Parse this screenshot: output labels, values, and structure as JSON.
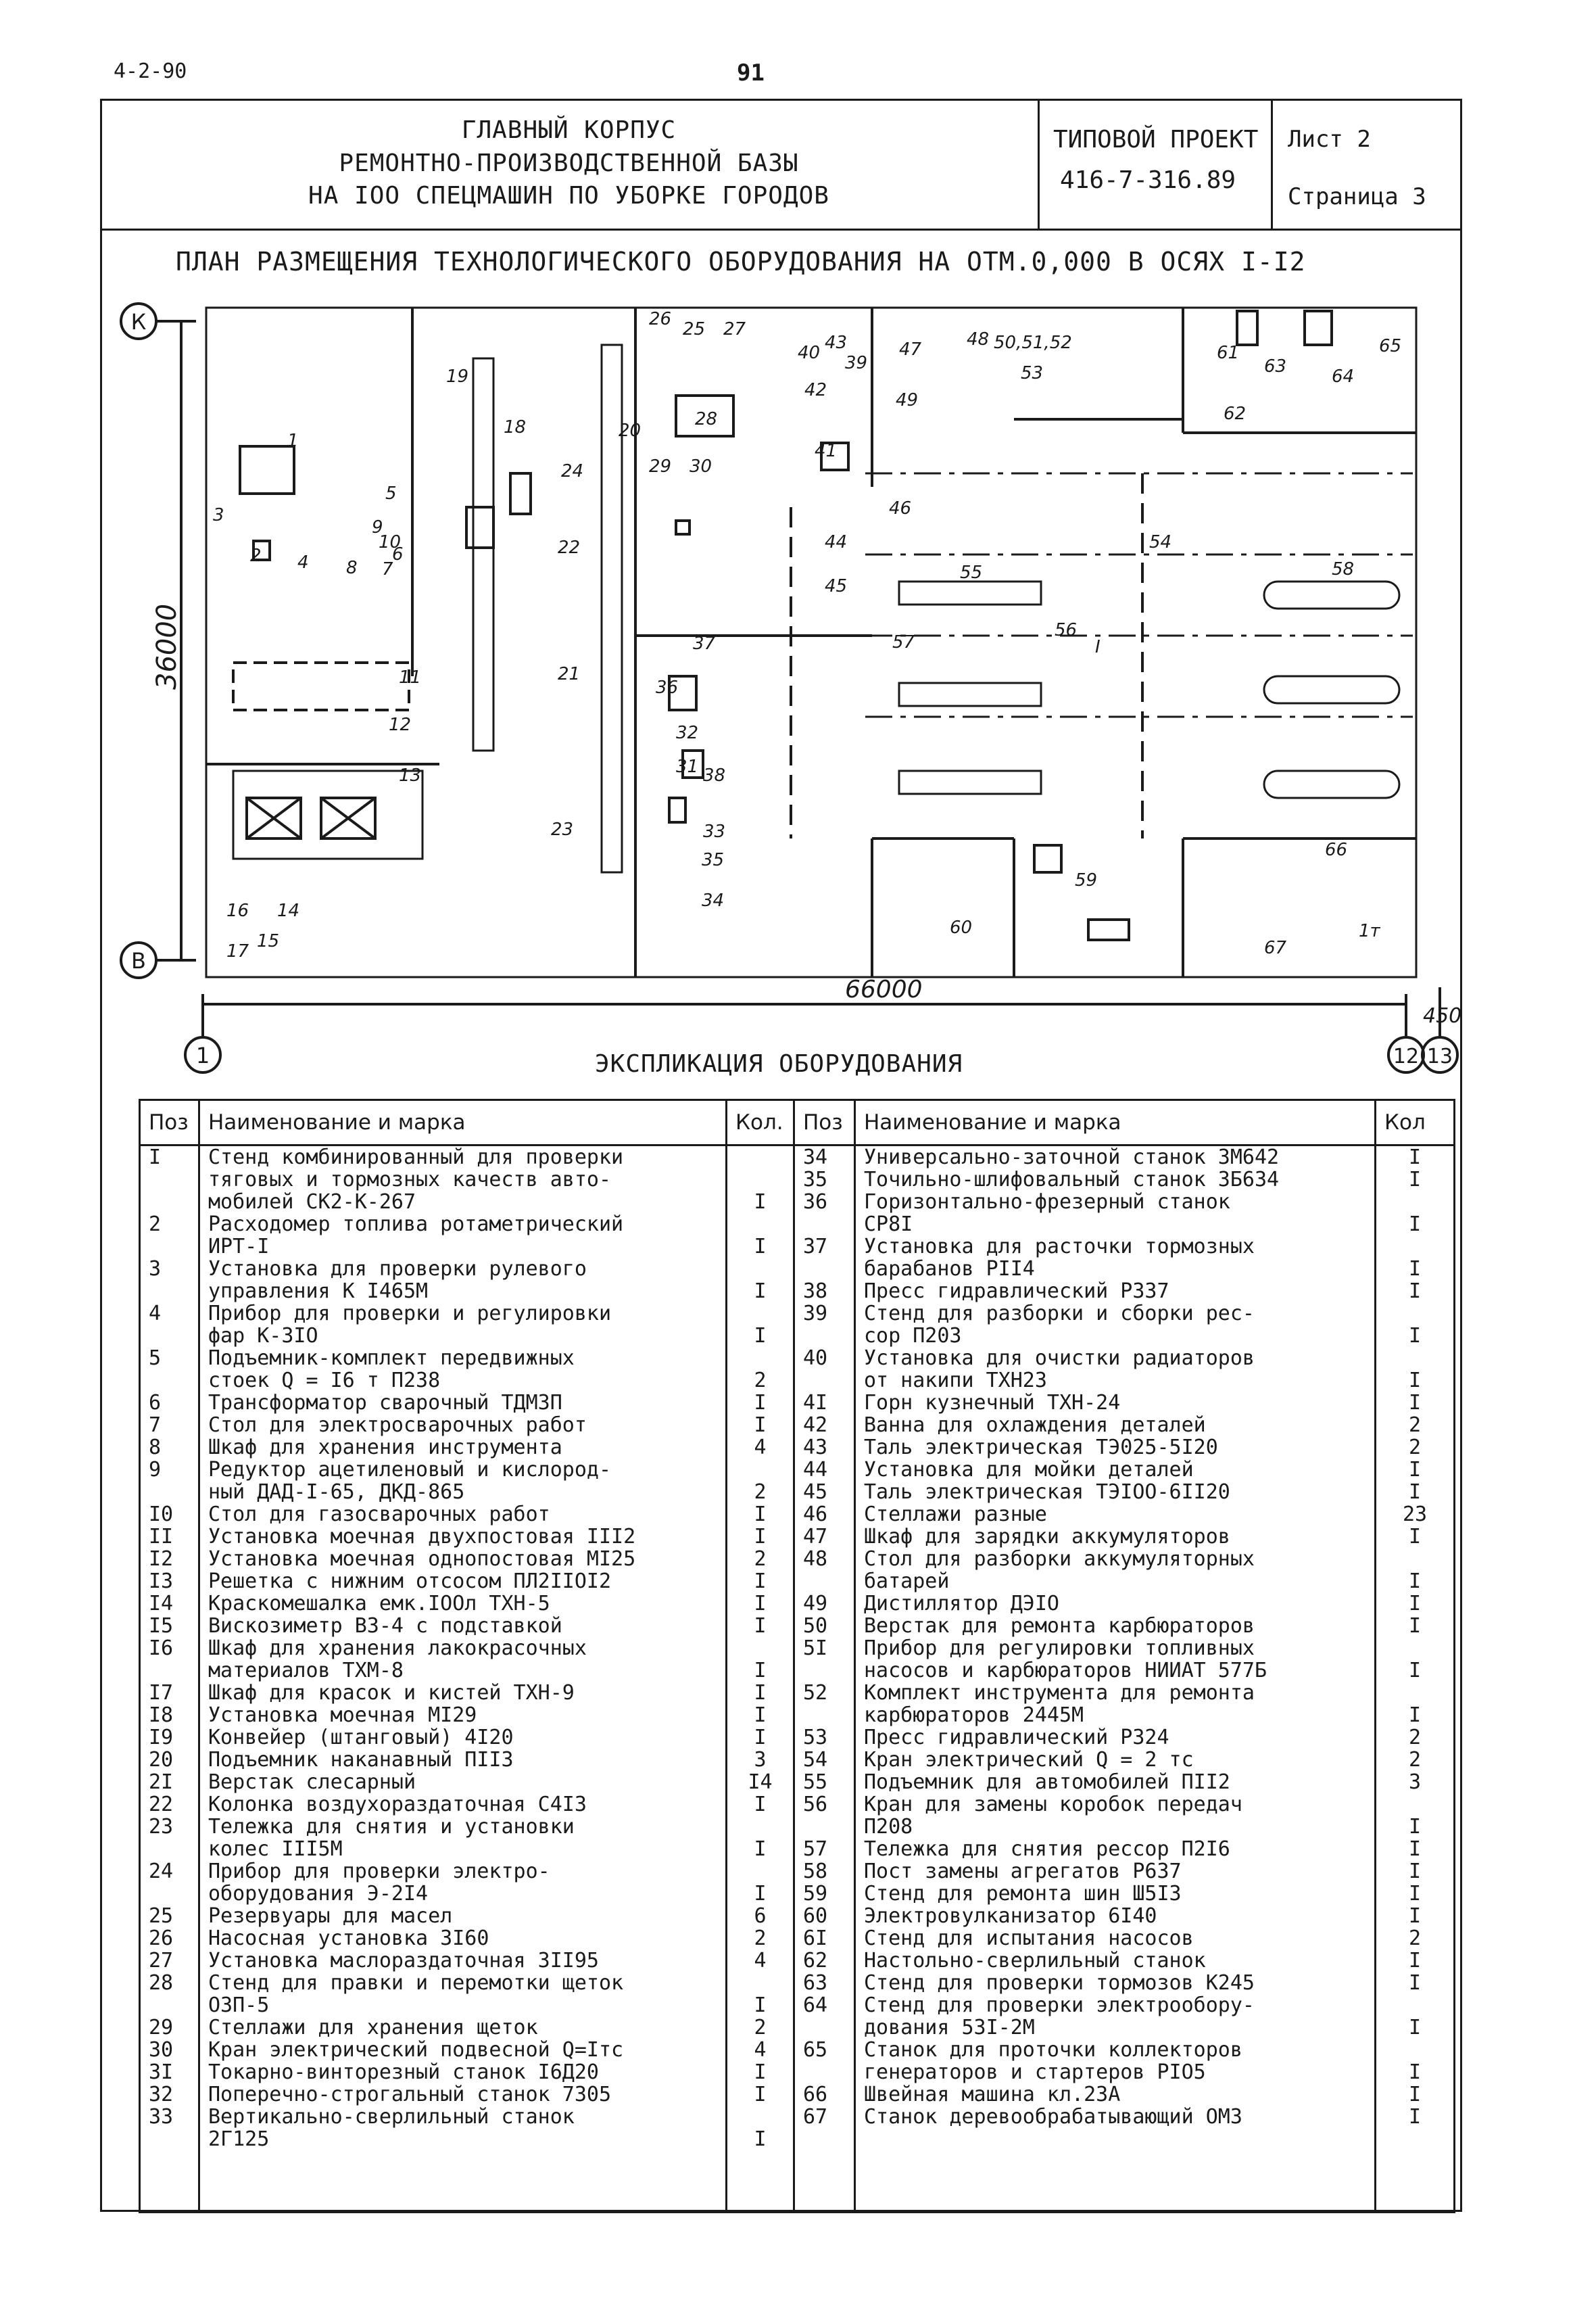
{
  "corner": {
    "left": "4-2-90",
    "center": "91"
  },
  "title_block": {
    "title_lines": [
      "ГЛАВНЫЙ КОРПУС",
      "РЕМОНТНО-ПРОИЗВОДСТВЕННОЙ БАЗЫ",
      "НА IOO СПЕЦМАШИН ПО УБОРКЕ ГОРОДОВ"
    ],
    "project_label": "ТИПОВОЙ ПРОЕКТ",
    "project_number": "416-7-316.89",
    "sheet": "Лист 2",
    "page": "Страница 3"
  },
  "plan": {
    "title": "ПЛАН РАЗМЕЩЕНИЯ ТЕХНОЛОГИЧЕСКОГО ОБОРУДОВАНИЯ НА ОТМ.0,000 В ОСЯХ I-I2",
    "axis_k": "К",
    "axis_v": "В",
    "axis_1": "1",
    "axis_12": "12",
    "axis_13": "13",
    "dim_height": "36000",
    "dim_width": "66000",
    "dim_450": "450",
    "labels": [
      "1",
      "2",
      "3",
      "4",
      "5",
      "6",
      "7",
      "8",
      "9",
      "10",
      "11",
      "12",
      "13",
      "14",
      "15",
      "16",
      "17",
      "18",
      "19",
      "20",
      "21",
      "22",
      "23",
      "24",
      "25",
      "26",
      "27",
      "28",
      "29",
      "30",
      "31",
      "32",
      "33",
      "34",
      "35",
      "36",
      "37",
      "38",
      "39",
      "40",
      "41",
      "42",
      "43",
      "44",
      "45",
      "46",
      "47",
      "48",
      "49",
      "50,51,52",
      "53",
      "54",
      "55",
      "56",
      "57",
      "58",
      "59",
      "60",
      "61",
      "62",
      "63",
      "64",
      "65",
      "66",
      "67",
      "1т",
      "I"
    ]
  },
  "explication": {
    "title": "ЭКСПЛИКАЦИЯ ОБОРУДОВАНИЯ",
    "headers": {
      "pos": "Поз",
      "name": "Наименование и марка",
      "qty_left": "Кол.",
      "qty_right": "Кол"
    },
    "left": {
      "pos": [
        "I",
        "",
        "",
        "2",
        "",
        "3",
        "",
        "4",
        "",
        "5",
        "",
        "6",
        "7",
        "8",
        "9",
        "",
        "I0",
        "II",
        "I2",
        "I3",
        "I4",
        "I5",
        "I6",
        "",
        "I7",
        "I8",
        "I9",
        "20",
        "2I",
        "22",
        "23",
        "",
        "24",
        "",
        "25",
        "26",
        "27",
        "28",
        "",
        "29",
        "30",
        "3I",
        "32",
        "33",
        ""
      ],
      "name": [
        "Стенд комбинированный для проверки",
        "тяговых и тормозных качеств авто-",
        "мобилей СК2-К-267",
        "Расходомер топлива ротаметрический",
        "ИРТ-I",
        "Установка для проверки рулевого",
        "управления К I465М",
        "Прибор для проверки и регулировки",
        "фар К-3IO",
        "Подъемник-комплект передвижных",
        "стоек Q = I6 т П238",
        "Трансформатор сварочный ТДМ3П",
        "Стол для электросварочных работ",
        "Шкаф для хранения инструмента",
        "Редуктор ацетиленовый и кислород-",
        "ный ДАД-I-65, ДКД-865",
        "Стол для газосварочных работ",
        "Установка моечная двухпостовая III2",
        "Установка моечная однопостовая МI25",
        "Решетка с нижним отсосом ПЛ2IIOI2",
        "Краскомешалка емк.IOOл ТХН-5",
        "Вискозиметр ВЗ-4 с подставкой",
        "Шкаф для хранения лакокрасочных",
        "материалов ТХМ-8",
        "Шкаф для красок и кистей ТХН-9",
        "Установка моечная МI29",
        "Конвейер (штанговый) 4I20",
        "Подъемник наканавный ПII3",
        "Верстак слесарный",
        "Колонка воздухораздаточная С4I3",
        "Тележка для снятия и установки",
        "колес III5М",
        "Прибор для проверки электро-",
        "оборудования Э-2I4",
        "Резервуары для масел",
        "Насосная установка 3I60",
        "Установка маслораздаточная 3II95",
        "Стенд для правки и перемотки щеток",
        "ОЗП-5",
        "Стеллажи для хранения щеток",
        "Кран электрический подвесной Q=Iтс",
        "Токарно-винторезный станок I6Д20",
        "Поперечно-строгальный станок 7305",
        "Вертикально-сверлильный станок",
        "2Г125"
      ],
      "qty": [
        "",
        "",
        "I",
        "",
        "I",
        "",
        "I",
        "",
        "I",
        "",
        "2",
        "I",
        "I",
        "4",
        "",
        "2",
        "I",
        "I",
        "2",
        "I",
        "I",
        "I",
        "",
        "I",
        "I",
        "I",
        "I",
        "3",
        "I4",
        "I",
        "",
        "I",
        "",
        "I",
        "6",
        "2",
        "4",
        "",
        "I",
        "2",
        "4",
        "I",
        "I",
        "",
        "I"
      ]
    },
    "right": {
      "pos": [
        "34",
        "35",
        "36",
        "",
        "37",
        "",
        "38",
        "39",
        "",
        "40",
        "",
        "4I",
        "42",
        "43",
        "44",
        "45",
        "46",
        "47",
        "48",
        "",
        "49",
        "50",
        "5I",
        "",
        "52",
        "",
        "53",
        "54",
        "55",
        "56",
        "",
        "57",
        "58",
        "59",
        "60",
        "6I",
        "62",
        "63",
        "64",
        "",
        "65",
        "",
        "66",
        "67",
        ""
      ],
      "name": [
        "Универсально-заточной станок 3М642",
        "Точильно-шлифовальный станок 3Б634",
        "Горизонтально-фрезерный станок",
        "СР8I",
        "Установка для расточки тормозных",
        "барабанов РII4",
        "Пресс гидравлический Р337",
        "Стенд для разборки и сборки рес-",
        "сор П203",
        "Установка для очистки радиаторов",
        "от накипи ТХН23",
        "Горн кузнечный ТХН-24",
        "Ванна для охлаждения деталей",
        "Таль электрическая ТЭ025-5I20",
        "Установка для мойки деталей",
        "Таль электрическая ТЭIOO-6II20",
        "Стеллажи разные",
        "Шкаф для зарядки аккумуляторов",
        "Стол для разборки аккумуляторных",
        "батарей",
        "Дистиллятор ДЭIO",
        "Верстак для ремонта карбюраторов",
        "Прибор для регулировки топливных",
        "насосов и карбюраторов НИИАТ 577Б",
        "Комплект инструмента для ремонта",
        "карбюраторов 2445М",
        "Пресс гидравлический Р324",
        "Кран электрический Q = 2 тс",
        "Подъемник для автомобилей ПII2",
        "Кран для замены коробок передач",
        "П208",
        "Тележка для снятия рессор П2I6",
        "Пост замены агрегатов Р637",
        "Стенд для ремонта шин Ш5I3",
        "Электровулканизатор 6I40",
        "Стенд для испытания насосов",
        "Настольно-сверлильный станок",
        "Стенд для проверки тормозов К245",
        "Стенд для проверки электрообору-",
        "дования 53I-2М",
        "Станок для проточки коллекторов",
        "генераторов и стартеров РIO5",
        "Швейная машина кл.23А",
        "Станок деревообрабатывающий ОМЗ",
        ""
      ],
      "qty": [
        "I",
        "I",
        "",
        "I",
        "",
        "I",
        "I",
        "",
        "I",
        "",
        "I",
        "I",
        "2",
        "2",
        "I",
        "I",
        "23",
        "I",
        "",
        "I",
        "I",
        "I",
        "",
        "I",
        "",
        "I",
        "2",
        "2",
        "3",
        "",
        "I",
        "I",
        "I",
        "I",
        "I",
        "2",
        "I",
        "I",
        "",
        "I",
        "",
        "I",
        "I",
        "I",
        ""
      ]
    }
  }
}
